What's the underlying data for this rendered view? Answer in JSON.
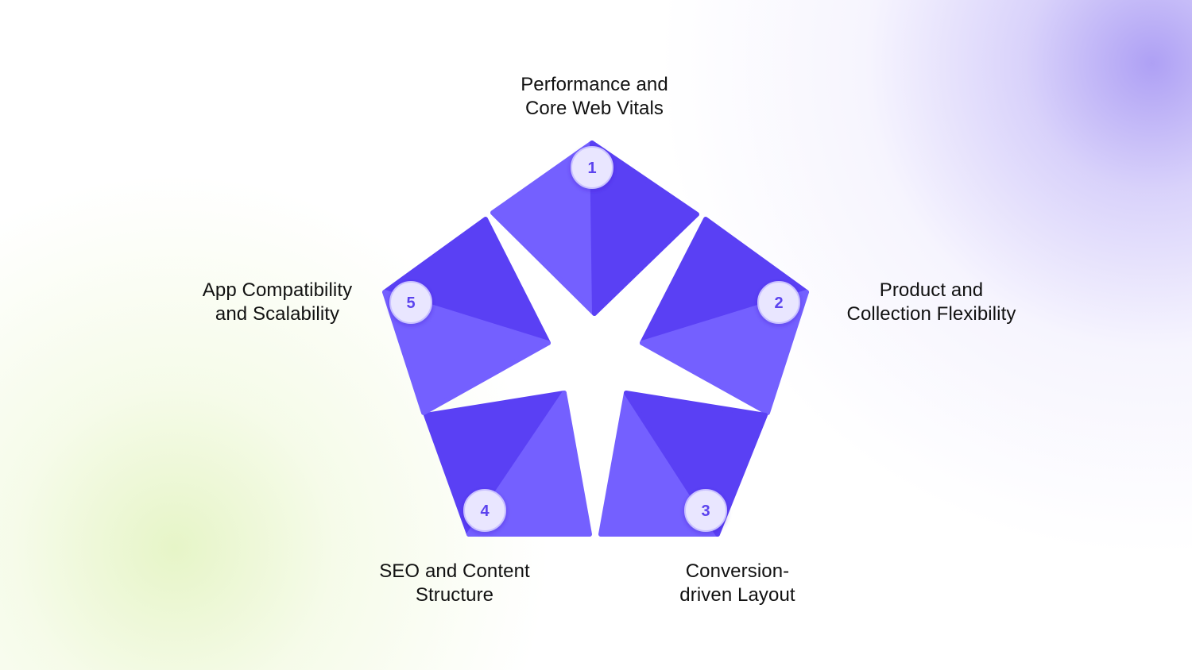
{
  "colors": {
    "piece_light": "#7460ff",
    "piece_dark": "#5a40f4",
    "badge_fill": "#e9e6ff",
    "badge_text": "#5b43ee",
    "label_text": "#111111"
  },
  "segments": [
    {
      "number": "1",
      "label_line1": "Performance and",
      "label_line2": "Core Web Vitals"
    },
    {
      "number": "2",
      "label_line1": "Product and",
      "label_line2": "Collection Flexibility"
    },
    {
      "number": "3",
      "label_line1": "Conversion-",
      "label_line2": "driven Layout"
    },
    {
      "number": "4",
      "label_line1": "SEO and Content",
      "label_line2": "Structure"
    },
    {
      "number": "5",
      "label_line1": "App Compatibility",
      "label_line2": "and Scalability"
    }
  ]
}
